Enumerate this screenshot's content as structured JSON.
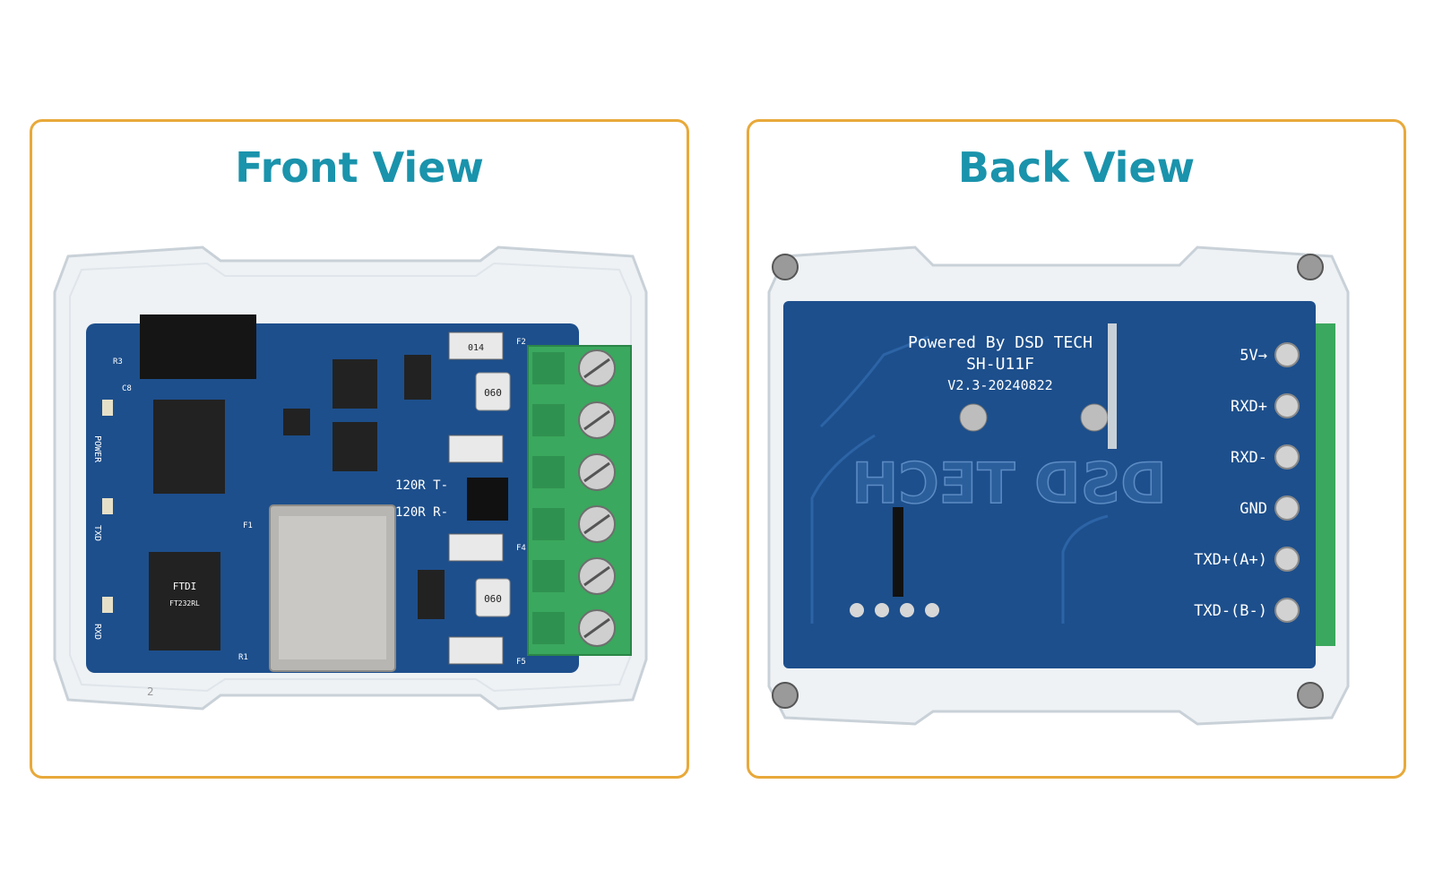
{
  "front": {
    "title": "Front View",
    "board_labels": {
      "power": "POWER",
      "txd": "TXD",
      "rxd": "RXD",
      "r120_t": "120R T-",
      "r120_r": "120R R-",
      "chip_main": "FTDI",
      "chip_main_sub": "FT232RL",
      "cap1": "060",
      "cap2": "060",
      "fuse": "014",
      "c8": "C8",
      "r3": "R3",
      "r1": "R1",
      "f1": "F1",
      "f2": "F2",
      "f4": "F4",
      "f5": "F5",
      "j2": "2"
    }
  },
  "back": {
    "title": "Back View",
    "board_text": {
      "powered_by": "Powered By DSD TECH",
      "model": "SH-U11F",
      "version": "V2.3-20240822",
      "logo": "DSD TECH"
    },
    "pins": [
      {
        "label": "5V→"
      },
      {
        "label": "RXD+"
      },
      {
        "label": "RXD-"
      },
      {
        "label": "GND"
      },
      {
        "label": "TXD+(A+)"
      },
      {
        "label": "TXD-(B-)"
      }
    ]
  },
  "colors": {
    "border": "#e8a93a",
    "title": "#1a93ac",
    "pcb": "#1d4f8c",
    "terminal": "#3aa85e"
  }
}
